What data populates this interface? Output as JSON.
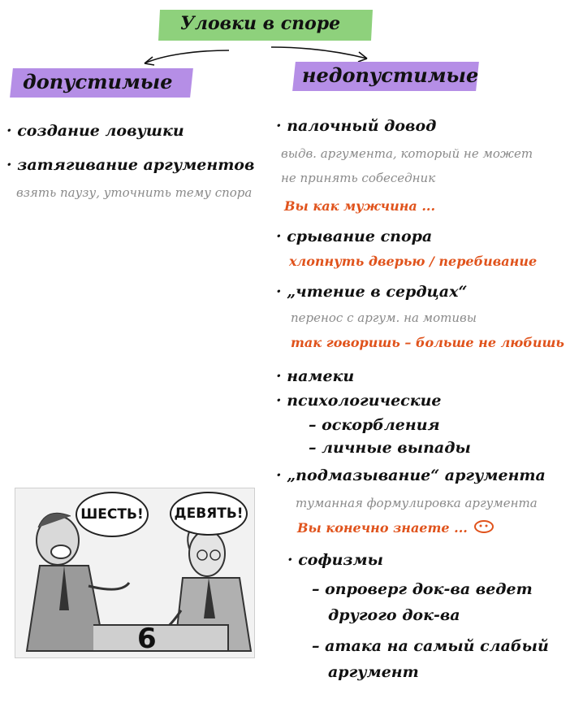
{
  "title": "Уловки в споре",
  "allowed": {
    "heading": "допустимые",
    "items": [
      {
        "text": "· создание ловушки"
      },
      {
        "text": "· затягивание аргументов"
      },
      {
        "note": "взять паузу, уточнить тему спора"
      }
    ]
  },
  "disallowed": {
    "heading": "недопустимые",
    "items": [
      {
        "text": "· палочный довод"
      },
      {
        "note": "выдв. аргумента, который не может"
      },
      {
        "note": "не принять собеседник"
      },
      {
        "example": "Вы как мужчина ..."
      },
      {
        "text": "· срывание спора"
      },
      {
        "example": "хлопнуть дверью / перебивание"
      },
      {
        "text": "· „чтение в сердцах“"
      },
      {
        "note": "перенос с аргум. на мотивы"
      },
      {
        "example": "так говоришь – больше не любишь"
      },
      {
        "text": "· намеки"
      },
      {
        "text": "· психологические"
      },
      {
        "text": "– оскорбления"
      },
      {
        "text": "– личные выпады"
      },
      {
        "text": "· „подмазывание“ аргумента"
      },
      {
        "note": "туманная формулировка аргумента"
      },
      {
        "example": "Вы конечно знаете ..."
      },
      {
        "text": "· софизмы"
      },
      {
        "text": "– опроверг док-ва ведет"
      },
      {
        "text": "другого док-ва"
      },
      {
        "text": "– атака на самый слабый"
      },
      {
        "text": "аргумент"
      }
    ]
  },
  "cartoon": {
    "left_bubble": "ШЕСТЬ!",
    "right_bubble": "ДЕВЯТЬ!",
    "figure": "6"
  },
  "colors": {
    "title_bg": "#8ed17c",
    "heading_bg": "#b58ee6",
    "example": "#e0531c",
    "note": "#8a8a8a"
  }
}
